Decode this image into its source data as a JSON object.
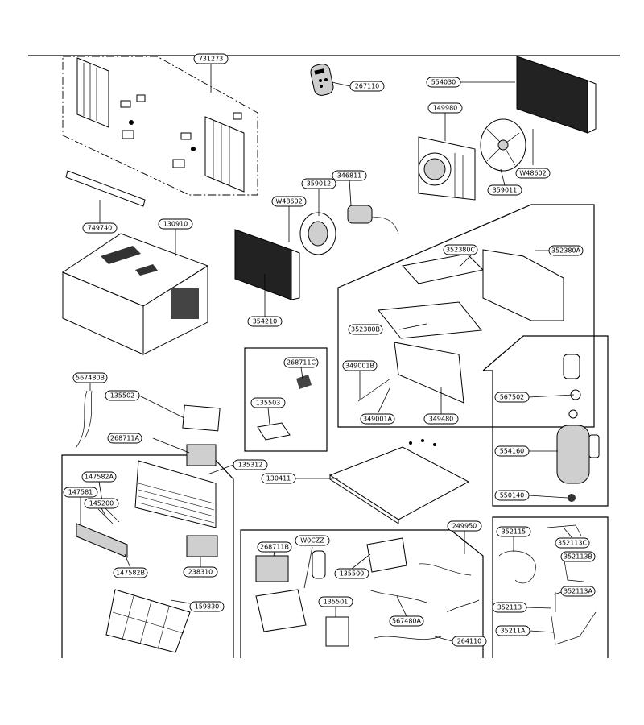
{
  "labels": {
    "l731273": "731273",
    "l267110": "267110",
    "l554030": "554030",
    "l149980": "149980",
    "l359012": "359012",
    "l346811": "346811",
    "lW48602a": "W48602",
    "lW48602b": "W48602",
    "l359011": "359011",
    "l749740": "749740",
    "l130910": "130910",
    "l352380C": "352380C",
    "l352380A": "352380A",
    "l354210": "354210",
    "l352380B": "352380B",
    "l349001B": "349001B",
    "l349001A": "349001A",
    "l349480": "349480",
    "l268711C": "268711C",
    "l135503": "135503",
    "l567480B": "567480B",
    "l135502": "135502",
    "l567502": "567502",
    "l554160": "554160",
    "l550140": "550140",
    "l268711A": "268711A",
    "l135312": "135312",
    "l130411": "130411",
    "l147582A": "147582A",
    "l147581": "147581",
    "l145200": "145200",
    "l147582B": "147582B",
    "l238310": "238310",
    "l159830": "159830",
    "l268711B": "268711B",
    "lW0CZZ": "W0CZZ",
    "l135500": "135500",
    "l135501": "135501",
    "l249950": "249950",
    "l567480A": "567480A",
    "l264110": "264110",
    "l352115": "352115",
    "l352113C": "352113C",
    "l352113B": "352113B",
    "l352113A": "352113A",
    "l352113": "352113",
    "l35211A": "35211A"
  },
  "colors": {
    "line": "#000000",
    "background": "#ffffff",
    "fill_grey": "#cfcfcf",
    "fill_dark": "#222222"
  },
  "icons": {
    "remote": "remote-control-icon",
    "fan": "fan-blade-icon",
    "coil": "condenser-coil-icon",
    "compressor": "compressor-icon"
  }
}
